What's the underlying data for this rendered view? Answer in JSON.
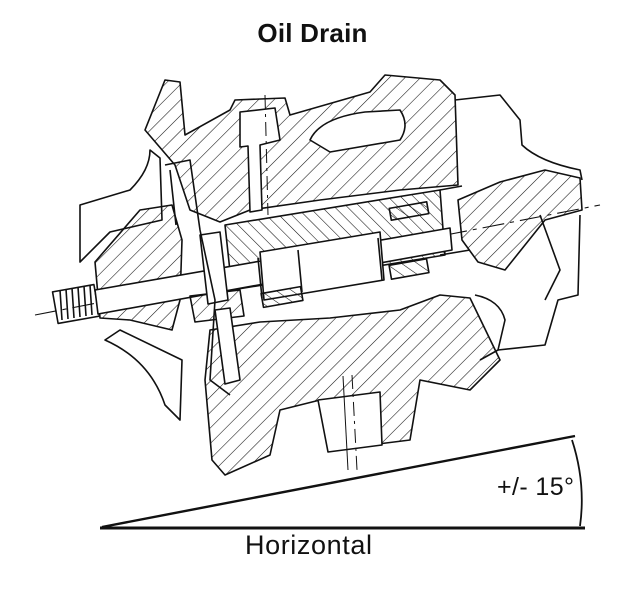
{
  "title": "Oil Drain",
  "horizontal_label": "Horizontal",
  "angle_label": "+/- 15°",
  "colors": {
    "line": "#111111",
    "background": "#ffffff"
  }
}
